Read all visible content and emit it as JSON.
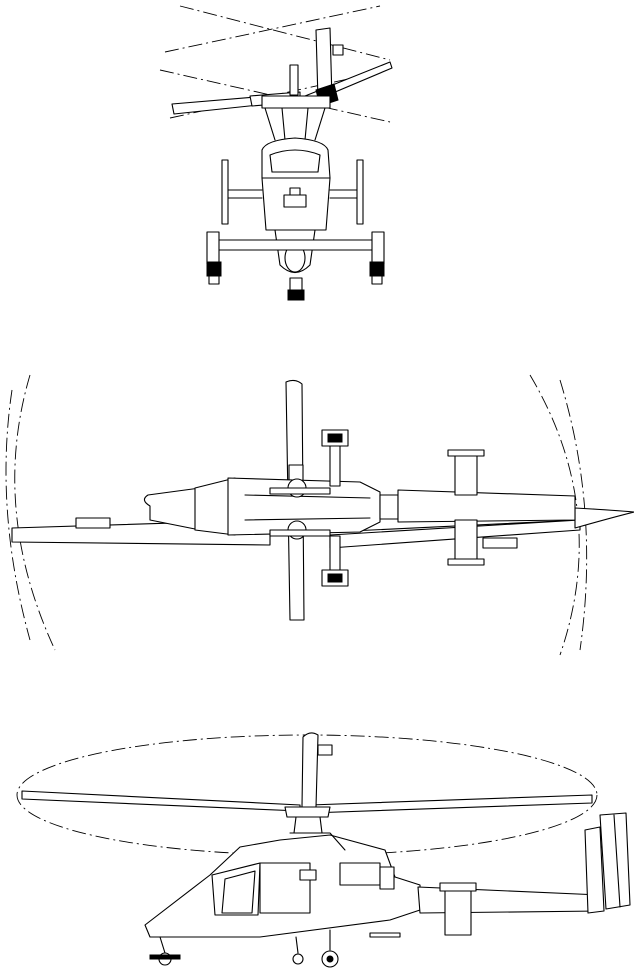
{
  "drawing": {
    "subject": "",
    "views": [
      {
        "id": "front",
        "icon": "helicopter-front-view"
      },
      {
        "id": "top",
        "icon": "helicopter-top-view"
      },
      {
        "id": "side",
        "icon": "helicopter-side-view"
      }
    ],
    "line_color": "#000000",
    "background_color": "#ffffff"
  }
}
